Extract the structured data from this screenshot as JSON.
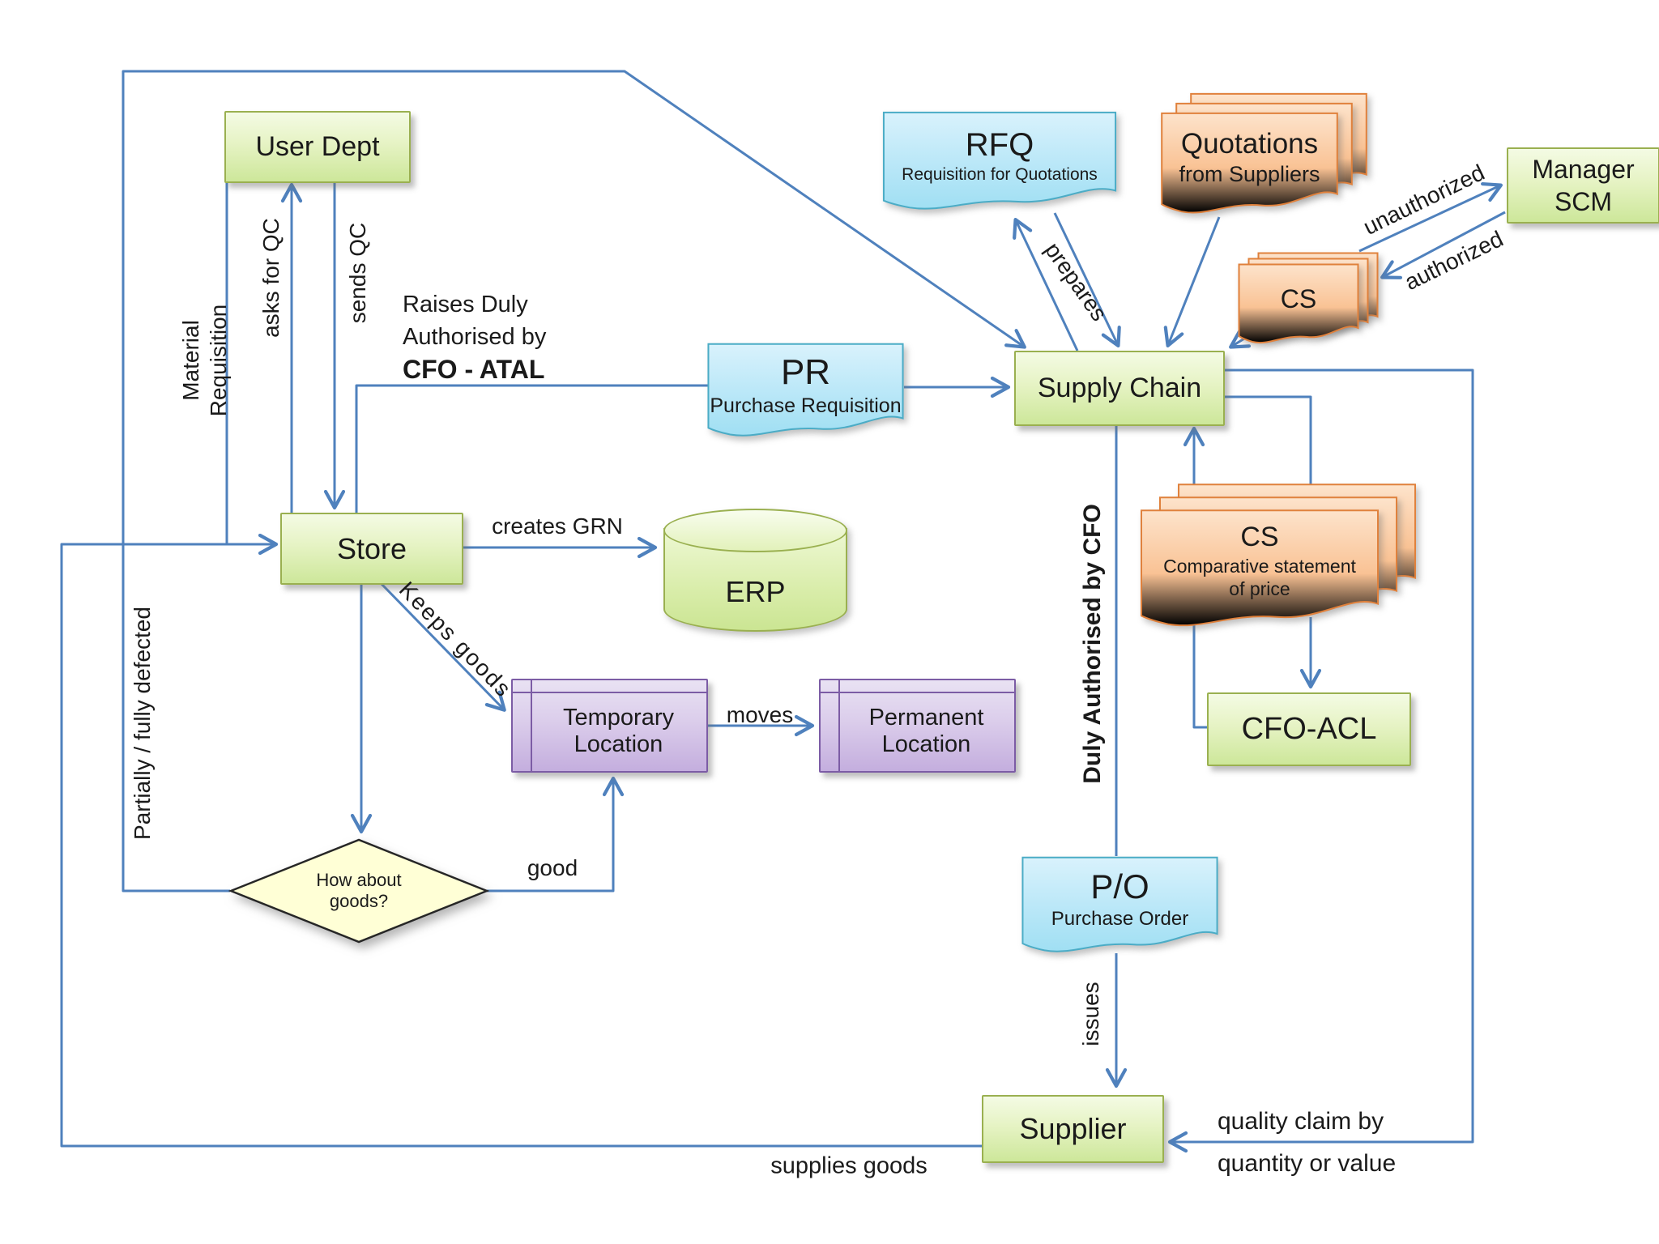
{
  "nodes": {
    "user_dept": {
      "label": "User Dept"
    },
    "store": {
      "label": "Store"
    },
    "erp": {
      "label": "ERP"
    },
    "supply_chain": {
      "label": "Supply Chain"
    },
    "manager_scm": {
      "line1": "Manager",
      "line2": "SCM"
    },
    "cfo_acl": {
      "label": "CFO-ACL"
    },
    "supplier": {
      "label": "Supplier"
    },
    "temporary_location": {
      "line1": "Temporary",
      "line2": "Location"
    },
    "permanent_location": {
      "line1": "Permanent",
      "line2": "Location"
    },
    "decision_goods": {
      "line1": "How about",
      "line2": "goods?"
    }
  },
  "documents": {
    "rfq": {
      "title": "RFQ",
      "subtitle": "Requisition for Quotations"
    },
    "pr": {
      "title": "PR",
      "subtitle": "Purchase Requisition"
    },
    "po": {
      "title": "P/O",
      "subtitle": "Purchase Order"
    },
    "quotations": {
      "title": "Quotations",
      "subtitle": "from Suppliers"
    },
    "cs": {
      "title": "CS"
    },
    "cs_comparative": {
      "title": "CS",
      "subtitle1": "Comparative statement",
      "subtitle2": "of price"
    }
  },
  "edge_labels": {
    "material_requisition_1": "Material",
    "material_requisition_2": "Requisition",
    "asks_for_qc": "asks for QC",
    "sends_qc": "sends QC",
    "raises_1": "Raises Duly",
    "raises_2": "Authorised by",
    "raises_3": "CFO - ATAL",
    "creates_grn": "creates GRN",
    "keeps_goods": "Keeps goods",
    "partially_defected": "Partially / fully defected",
    "prepares": "prepares",
    "unauthorized": "unauthorized",
    "authorized": "authorized",
    "duly_authorised": "Duly Authorised by CFO",
    "issues": "issues",
    "good": "good",
    "moves": "moves",
    "supplies_goods": "supplies goods",
    "quality_claim_1": "quality claim by",
    "quality_claim_2": "quantity or value"
  },
  "colors": {
    "connector": "#4f81bd",
    "green_fill_top": "#f4fbe4",
    "green_fill_bottom": "#cde79a",
    "green_border": "#9ab050",
    "blue_fill_top": "#d2effb",
    "blue_fill_bottom": "#a5e1f4",
    "blue_border": "#4bacc6",
    "orange_fill_top": "#fcdcc0",
    "orange_fill_bottom": "#f6a96e",
    "orange_border": "#e0813c",
    "purple_fill_top": "#e9e2f3",
    "purple_fill_bottom": "#c4aede",
    "purple_border": "#7c5ca5",
    "diamond_fill": "#ffffd6",
    "diamond_border": "#262626",
    "text": "#1a1a1a"
  }
}
